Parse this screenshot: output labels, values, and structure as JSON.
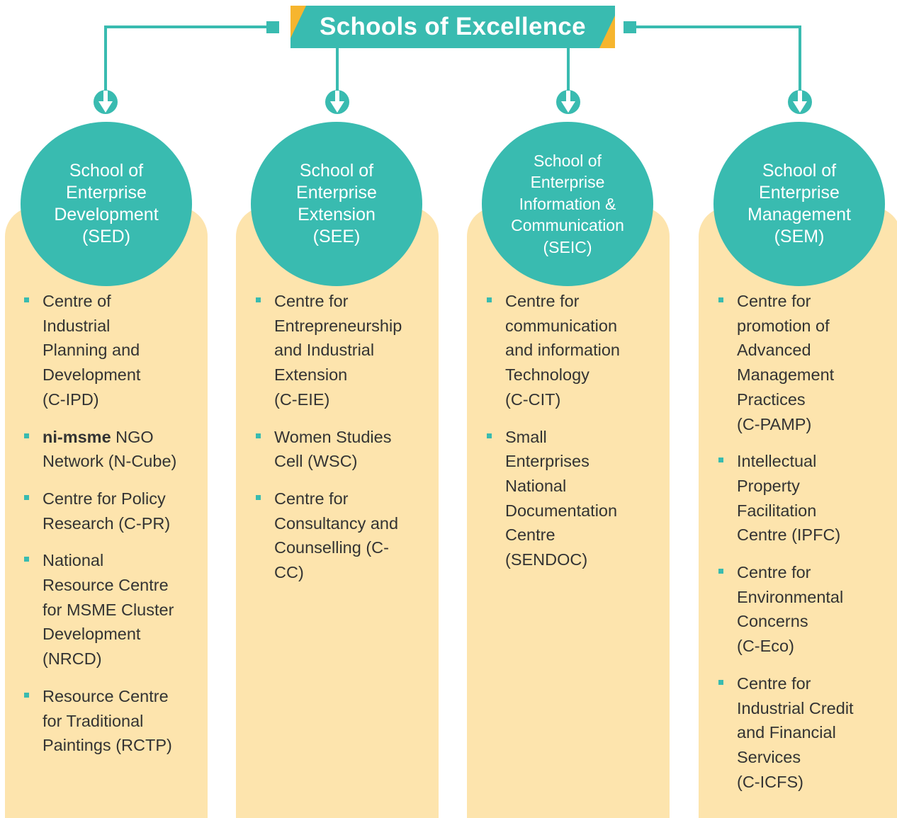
{
  "title": "Schools of Excellence",
  "colors": {
    "teal": "#39bbb0",
    "panel": "#fde4ad",
    "accent": "#f6b52e",
    "text": "#333333"
  },
  "schools": [
    {
      "label": "School of\nEnterprise\nDevelopment\n(SED)",
      "items": [
        {
          "text": "Centre of\nIndustrial\nPlanning and\nDevelopment\n(C-IPD)"
        },
        {
          "bold": "ni-msme",
          "text": " NGO\nNetwork (N-Cube)"
        },
        {
          "text": "Centre for Policy\nResearch (C-PR)"
        },
        {
          "text": "National\nResource Centre\nfor MSME Cluster\nDevelopment\n(NRCD)"
        },
        {
          "text": "Resource Centre\nfor Traditional\nPaintings (RCTP)"
        }
      ]
    },
    {
      "label": "School of\nEnterprise\nExtension\n(SEE)",
      "items": [
        {
          "text": "Centre for\nEntrepreneurship\nand Industrial\nExtension\n(C-EIE)"
        },
        {
          "text": "Women Studies\nCell (WSC)"
        },
        {
          "text": "Centre for\nConsultancy and\nCounselling (C-\nCC)"
        }
      ]
    },
    {
      "label": "School of\nEnterprise\nInformation &\nCommunication\n(SEIC)",
      "items": [
        {
          "text": "Centre for\ncommunication\nand information\nTechnology\n(C-CIT)"
        },
        {
          "text": "Small\nEnterprises\nNational\nDocumentation\nCentre\n(SENDOC)"
        }
      ]
    },
    {
      "label": "School of\nEnterprise\nManagement\n(SEM)",
      "items": [
        {
          "text": "Centre for\npromotion of\nAdvanced\nManagement\nPractices\n(C-PAMP)"
        },
        {
          "text": "Intellectual\nProperty\nFacilitation\nCentre (IPFC)"
        },
        {
          "text": "Centre for\nEnvironmental\nConcerns\n(C-Eco)"
        },
        {
          "text": "Centre for\nIndustrial Credit\nand Financial\nServices\n(C-ICFS)"
        }
      ]
    }
  ]
}
